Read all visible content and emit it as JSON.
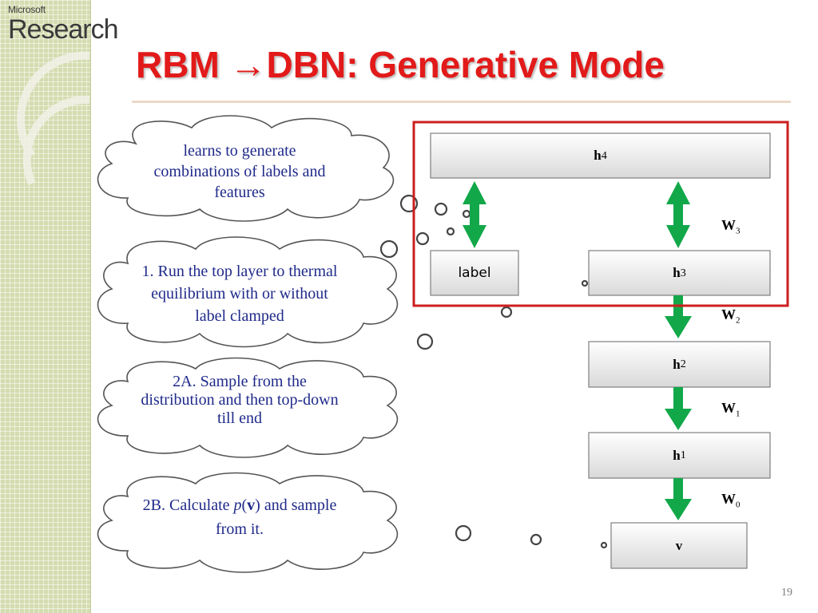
{
  "logo": {
    "small": "Microsoft",
    "big": "Research"
  },
  "title": "RBM →DBN: Generative Mode",
  "clouds": [
    "learns to generate combinations of labels and features",
    "1. Run the top layer to thermal equilibrium with or without label clamped",
    "2A. Sample from the distribution and then top-down till end",
    "2B. Calculate p(v) and sample from it."
  ],
  "cloud4": {
    "pre": "2B. Calculate ",
    "p": "p",
    "open": "(",
    "v": "v",
    "post": ") and sample from it."
  },
  "layers": {
    "h4": "h",
    "h4_sub": "4",
    "h3": "h",
    "h3_sub": "3",
    "h2": "h",
    "h2_sub": "2",
    "h1": "h",
    "h1_sub": "1",
    "v": "v",
    "label": "label"
  },
  "weights": {
    "w3": "W",
    "w3_sub": "3",
    "w2": "W",
    "w2_sub": "2",
    "w1": "W",
    "w1_sub": "1",
    "w0": "W",
    "w0_sub": "0"
  },
  "page_number": "19",
  "colors": {
    "title": "#e21a1a",
    "arrow": "#12a84a",
    "frame": "#cc1f1f",
    "cloud_text": "#1f2a8a"
  }
}
